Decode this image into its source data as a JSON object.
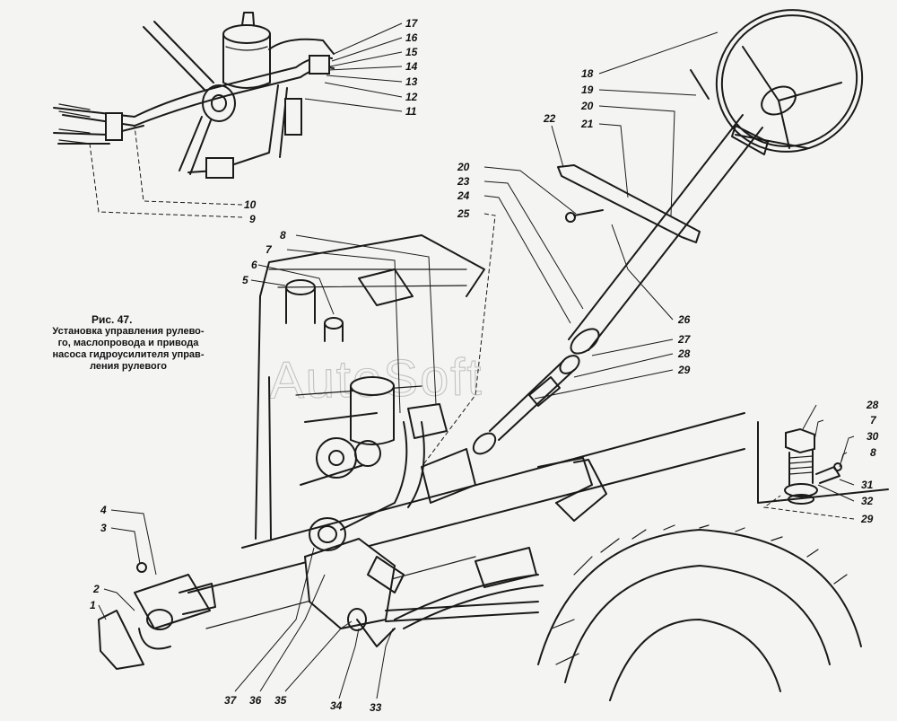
{
  "figure": {
    "title": "Рис. 47.",
    "caption_lines": [
      "Установка управления рулево-",
      "го, маслопровода и привода",
      "насоса гидроусилителя управ-",
      "ления рулевого"
    ],
    "watermark": "AutoSoft"
  },
  "callouts": [
    {
      "id": "c17",
      "text": "17"
    },
    {
      "id": "c16",
      "text": "16"
    },
    {
      "id": "c15",
      "text": "15"
    },
    {
      "id": "c14",
      "text": "14"
    },
    {
      "id": "c13",
      "text": "13"
    },
    {
      "id": "c12",
      "text": "12"
    },
    {
      "id": "c11",
      "text": "11"
    },
    {
      "id": "c10",
      "text": "10"
    },
    {
      "id": "c9",
      "text": "9"
    },
    {
      "id": "c18",
      "text": "18"
    },
    {
      "id": "c19",
      "text": "19"
    },
    {
      "id": "c20a",
      "text": "20"
    },
    {
      "id": "c21",
      "text": "21"
    },
    {
      "id": "c22",
      "text": "22"
    },
    {
      "id": "c20b",
      "text": "20"
    },
    {
      "id": "c23",
      "text": "23"
    },
    {
      "id": "c24",
      "text": "24"
    },
    {
      "id": "c25",
      "text": "25"
    },
    {
      "id": "c26",
      "text": "26"
    },
    {
      "id": "c27",
      "text": "27"
    },
    {
      "id": "c28a",
      "text": "28"
    },
    {
      "id": "c29a",
      "text": "29"
    },
    {
      "id": "c8a",
      "text": "8"
    },
    {
      "id": "c7a",
      "text": "7"
    },
    {
      "id": "c6",
      "text": "6"
    },
    {
      "id": "c5",
      "text": "5"
    },
    {
      "id": "c4",
      "text": "4"
    },
    {
      "id": "c3",
      "text": "3"
    },
    {
      "id": "c2",
      "text": "2"
    },
    {
      "id": "c1",
      "text": "1"
    },
    {
      "id": "c28b",
      "text": "28"
    },
    {
      "id": "c7b",
      "text": "7"
    },
    {
      "id": "c30",
      "text": "30"
    },
    {
      "id": "c8b",
      "text": "8"
    },
    {
      "id": "c31",
      "text": "31"
    },
    {
      "id": "c32",
      "text": "32"
    },
    {
      "id": "c29b",
      "text": "29"
    },
    {
      "id": "c37",
      "text": "37"
    },
    {
      "id": "c36",
      "text": "36"
    },
    {
      "id": "c35",
      "text": "35"
    },
    {
      "id": "c34",
      "text": "34"
    },
    {
      "id": "c33",
      "text": "33"
    }
  ]
}
